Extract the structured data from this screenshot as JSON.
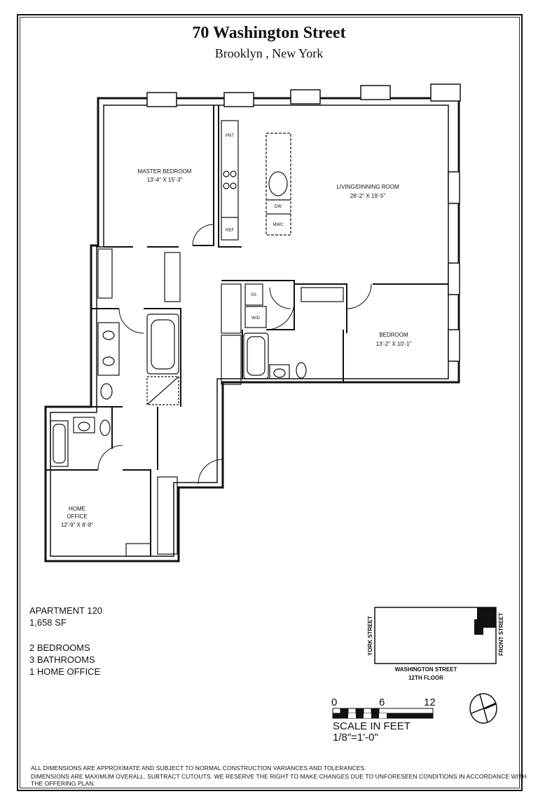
{
  "header": {
    "title": "70 Washington Street",
    "subtitle": "Brooklyn , New York"
  },
  "rooms": {
    "master_bedroom": {
      "name": "MASTER BEDROOM",
      "size": "13'-4\" X 15'-3\""
    },
    "living": {
      "name": "LIVING/DINNING ROOM",
      "size": "28'-2\" X 19'-5\""
    },
    "bedroom": {
      "name": "BEDROOM",
      "size": "13'-2\" X 10'-1\""
    },
    "office": {
      "name": "HOME",
      "name2": "OFFICE",
      "size": "12'-9\" X 8'-8\""
    }
  },
  "fixtures": {
    "pnt": "PNT",
    "ref": "REF",
    "dw": "DW",
    "mwc": "MWC",
    "wd": "W/D",
    "ss": "SS"
  },
  "apartment": {
    "number": "APARTMENT 120",
    "area": "1,658 SF",
    "bedrooms": "2 BEDROOMS",
    "bathrooms": "3 BATHROOMS",
    "office": "1 HOME OFFICE"
  },
  "keyplan": {
    "west": "YORK STREET",
    "east": "FRONT STREET",
    "south": "WASHINGTON STREET",
    "floor": "12TH FLOOR"
  },
  "scale": {
    "t0": "0",
    "t6": "6",
    "t12": "12",
    "label": "SCALE IN FEET",
    "ratio": "1/8\"=1'-0\""
  },
  "notes": [
    "ALL DIMENSIONS ARE APPROXIMATE AND SUBJECT TO NORMAL CONSTRUCTION VARIANCES AND TOLERANCES.",
    "DIMENSIONS ARE MAXIMUM OVERALL. SUBTRACT CUTOUTS.  WE RESERVE THE RIGHT TO MAKE CHANGES DUE TO UNFORESEEN CONDITIONS IN ACCORDANCE WITH THE OFFERING PLAN."
  ]
}
